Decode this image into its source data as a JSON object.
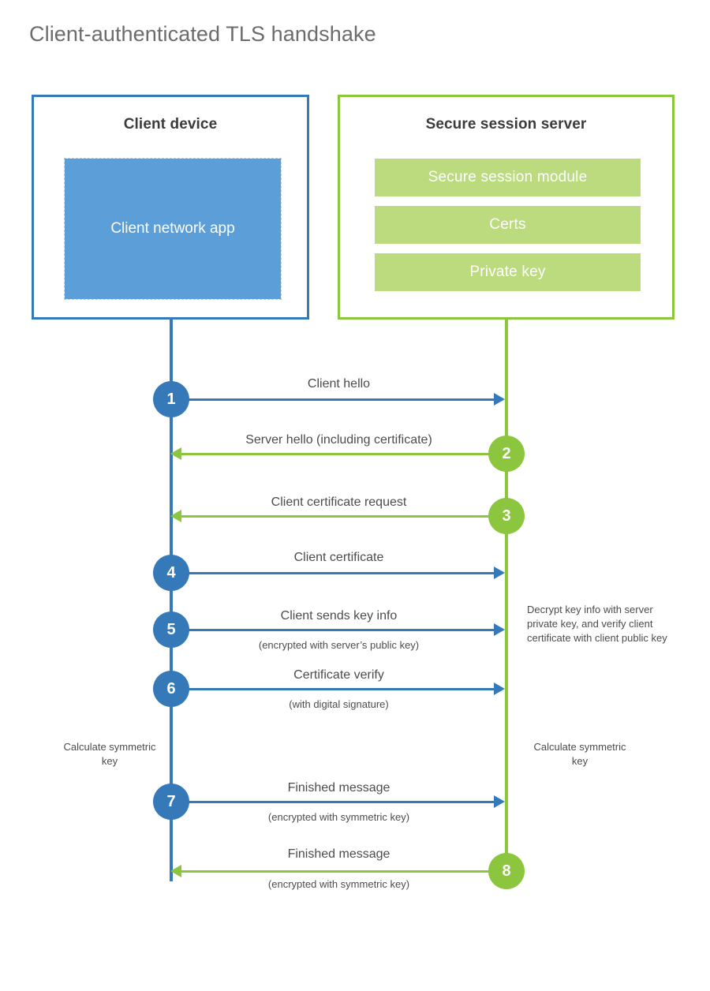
{
  "title": "Client-authenticated TLS handshake",
  "colors": {
    "blue_border": "#3579b8",
    "blue_fill": "#5b9ed8",
    "green_border": "#8cc63f",
    "green_fill": "#bcdb7e",
    "text": "#4b4c4e",
    "title_text": "#6a6c6e"
  },
  "client": {
    "title": "Client device",
    "app_label": "Client network app"
  },
  "server": {
    "title": "Secure session server",
    "blocks": [
      {
        "label": "Secure session module"
      },
      {
        "label": "Certs"
      },
      {
        "label": "Private key"
      }
    ]
  },
  "messages": [
    {
      "step": "1",
      "direction": "client-to-server",
      "label": "Client hello",
      "sublabel": ""
    },
    {
      "step": "2",
      "direction": "server-to-client",
      "label": "Server hello (including certificate)",
      "sublabel": ""
    },
    {
      "step": "3",
      "direction": "server-to-client",
      "label": "Client certificate request",
      "sublabel": ""
    },
    {
      "step": "4",
      "direction": "client-to-server",
      "label": "Client certificate",
      "sublabel": ""
    },
    {
      "step": "5",
      "direction": "client-to-server",
      "label": "Client sends key info",
      "sublabel": "(encrypted with server’s public key)"
    },
    {
      "step": "6",
      "direction": "client-to-server",
      "label": "Certificate verify",
      "sublabel": "(with digital signature)"
    },
    {
      "step": "7",
      "direction": "client-to-server",
      "label": "Finished message",
      "sublabel": "(encrypted with symmetric key)"
    },
    {
      "step": "8",
      "direction": "server-to-client",
      "label": "Finished message",
      "sublabel": "(encrypted with symmetric key)"
    }
  ],
  "annotations": {
    "server_decrypt": "Decrypt key info with server private key, and verify client certificate with client public key",
    "client_calculate": "Calculate symmetric key",
    "server_calculate": "Calculate symmetric key"
  }
}
